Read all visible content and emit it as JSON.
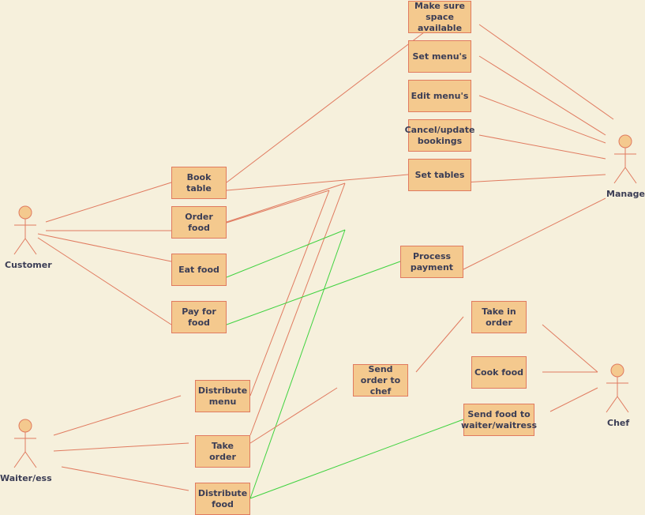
{
  "actors": {
    "customer": "Customer",
    "waiter": "Waiter/ess",
    "manager": "Manager",
    "chef": "Chef"
  },
  "usecases": {
    "make_space": "Make sure space available",
    "set_menus": "Set menu's",
    "edit_menus": "Edit menu's",
    "cancel_update": "Cancel/update bookings",
    "set_tables": "Set tables",
    "book_table": "Book table",
    "order_food": "Order food",
    "eat_food": "Eat food",
    "pay_food": "Pay for food",
    "process_payment": "Process payment",
    "take_in_order": "Take in order",
    "cook_food": "Cook food",
    "send_to_waiter": "Send food to waiter/waitress",
    "send_order_chef": "Send order to chef",
    "distribute_menu": "Distribute menu",
    "take_order": "Take order",
    "distribute_food": "Distribute food"
  },
  "colors": {
    "background": "#f6f0dc",
    "box_fill": "#f4c98e",
    "box_border": "#e07a5f",
    "association": "#e07a5f",
    "flow": "#3fd23f",
    "text": "#3b3d55"
  }
}
